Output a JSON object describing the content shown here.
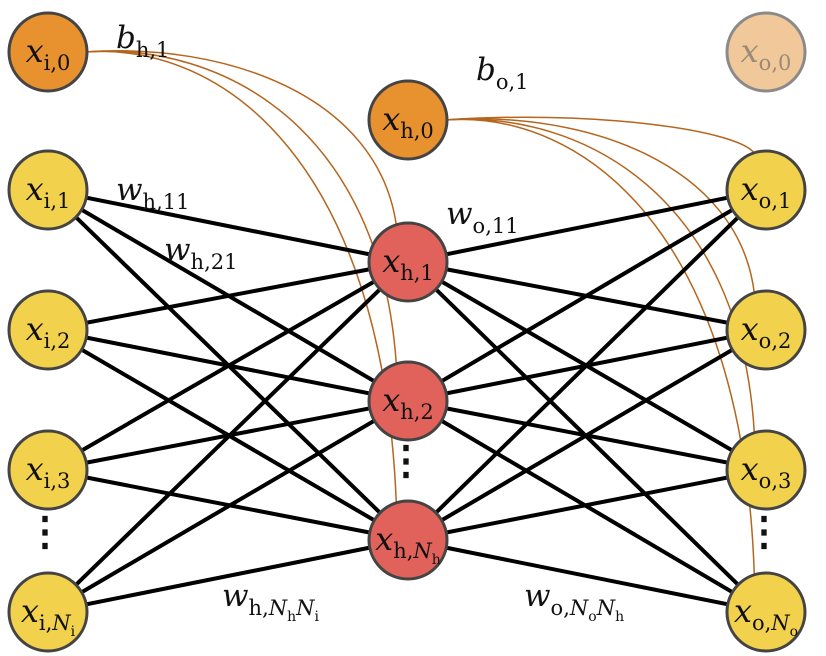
{
  "colors": {
    "input": "#f2d14d",
    "bias": "#e8912f",
    "bias_faded": "#f0c89a",
    "hidden": "#e0625a",
    "weight_edge": "#000000",
    "bias_edge": "#b5651d",
    "node_stroke": "#444444",
    "faded_stroke": "#8a8a8a"
  },
  "nodes": [
    {
      "id": "xi0",
      "main": "x",
      "sub": "i,0",
      "kind": "bias"
    },
    {
      "id": "xi1",
      "main": "x",
      "sub": "i,1",
      "kind": "input"
    },
    {
      "id": "xi2",
      "main": "x",
      "sub": "i,2",
      "kind": "input"
    },
    {
      "id": "xi3",
      "main": "x",
      "sub": "i,3",
      "kind": "input"
    },
    {
      "id": "xiN",
      "main": "x",
      "sub": "i,",
      "subItalic": "N",
      "subSub": "i",
      "kind": "input"
    },
    {
      "id": "xh0",
      "main": "x",
      "sub": "h,0",
      "kind": "bias"
    },
    {
      "id": "xh1",
      "main": "x",
      "sub": "h,1",
      "kind": "hidden"
    },
    {
      "id": "xh2",
      "main": "x",
      "sub": "h,2",
      "kind": "hidden"
    },
    {
      "id": "xhN",
      "main": "x",
      "sub": "h,",
      "subItalic": "N",
      "subSub": "h",
      "kind": "hidden"
    },
    {
      "id": "xo0",
      "main": "x",
      "sub": "o,0",
      "kind": "faded"
    },
    {
      "id": "xo1",
      "main": "x",
      "sub": "o,1",
      "kind": "input"
    },
    {
      "id": "xo2",
      "main": "x",
      "sub": "o,2",
      "kind": "input"
    },
    {
      "id": "xo3",
      "main": "x",
      "sub": "o,3",
      "kind": "input"
    },
    {
      "id": "xoN",
      "main": "x",
      "sub": "o,",
      "subItalic": "N",
      "subSub": "o",
      "kind": "input"
    }
  ],
  "edge_labels": [
    {
      "id": "bh1",
      "parts": [
        {
          "t": "b",
          "c": "main"
        },
        {
          "t": "h,1",
          "c": "sub",
          "d": "sub"
        }
      ]
    },
    {
      "id": "bo1",
      "parts": [
        {
          "t": "b",
          "c": "main"
        },
        {
          "t": "o,1",
          "c": "sub",
          "d": "sub"
        }
      ]
    },
    {
      "id": "wh11",
      "parts": [
        {
          "t": "w",
          "c": "main"
        },
        {
          "t": "h,11",
          "c": "sub",
          "d": "sub"
        }
      ]
    },
    {
      "id": "wh21",
      "parts": [
        {
          "t": "w",
          "c": "main"
        },
        {
          "t": "h,21",
          "c": "sub",
          "d": "sub"
        }
      ]
    },
    {
      "id": "wo11",
      "parts": [
        {
          "t": "w",
          "c": "main"
        },
        {
          "t": "o,11",
          "c": "sub",
          "d": "sub"
        }
      ]
    },
    {
      "id": "whNN",
      "parts": [
        {
          "t": "w",
          "c": "main"
        },
        {
          "t": "h,",
          "c": "sub",
          "d": "sub"
        },
        {
          "t": "N",
          "c": "sub-it",
          "d": "same"
        },
        {
          "t": "h",
          "c": "sub2",
          "d": "sub2"
        },
        {
          "t": "N",
          "c": "sub-it",
          "d": "back"
        },
        {
          "t": "i",
          "c": "sub2",
          "d": "sub2"
        }
      ]
    },
    {
      "id": "woNN",
      "parts": [
        {
          "t": "w",
          "c": "main"
        },
        {
          "t": "o,",
          "c": "sub",
          "d": "sub"
        },
        {
          "t": "N",
          "c": "sub-it",
          "d": "same"
        },
        {
          "t": "o",
          "c": "sub2",
          "d": "sub2"
        },
        {
          "t": "N",
          "c": "sub-it",
          "d": "back"
        },
        {
          "t": "h",
          "c": "sub2",
          "d": "sub2"
        }
      ]
    }
  ],
  "ellipses": [
    {
      "id": "input-ellipsis",
      "text": "⋮"
    },
    {
      "id": "hidden-ellipsis",
      "text": "⋮"
    },
    {
      "id": "output-ellipsis",
      "text": "⋮"
    }
  ]
}
